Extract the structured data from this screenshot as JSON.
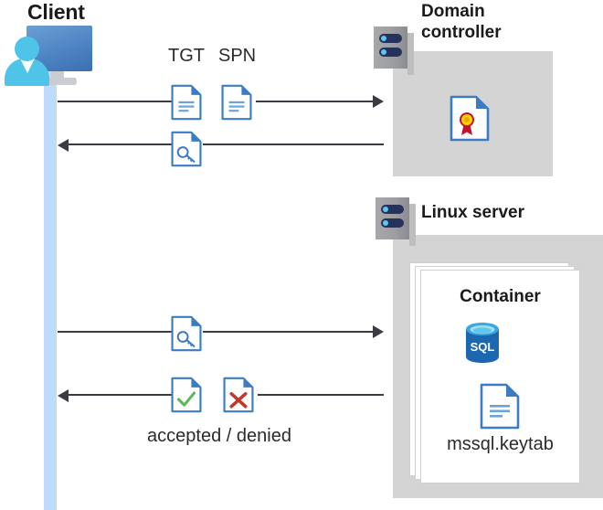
{
  "diagram": {
    "title_client": "Client",
    "title_domain_controller": "Domain\ncontroller",
    "title_domain_controller_line1": "Domain",
    "title_domain_controller_line2": "controller",
    "title_linux_server": "Linux server",
    "title_container": "Container",
    "labels": {
      "tgt": "TGT",
      "spn": "SPN",
      "accepted_denied": "accepted / denied",
      "keytab_file": "mssql.keytab"
    },
    "icons": {
      "client": "user-monitor-icon",
      "domain_controller_rack": "server-rack-icon",
      "linux_server_rack": "server-rack-icon",
      "tgt_document": "document-icon",
      "spn_document": "document-icon",
      "ticket_key_document": "document-key-icon",
      "request_key_document": "document-key-icon",
      "accepted_document": "document-check-icon",
      "denied_document": "document-x-icon",
      "certificate": "certificate-document-icon",
      "sql_database": "sql-database-icon",
      "keytab_document": "document-icon"
    },
    "flows": [
      {
        "id": "flow-1",
        "direction": "right",
        "from": "Client",
        "to": "Domain controller",
        "carries": [
          "TGT",
          "SPN"
        ]
      },
      {
        "id": "flow-2",
        "direction": "left",
        "from": "Domain controller",
        "to": "Client",
        "carries": [
          "ticket-key-document"
        ]
      },
      {
        "id": "flow-3",
        "direction": "right",
        "from": "Client",
        "to": "Linux server container",
        "carries": [
          "ticket-key-document"
        ]
      },
      {
        "id": "flow-4",
        "direction": "left",
        "from": "Linux server container",
        "to": "Client",
        "carries": [
          "accepted",
          "denied"
        ],
        "label": "accepted / denied"
      }
    ],
    "colors": {
      "accent_blue": "#3b7cc4",
      "light_blue_lifeline": "#bfdbfb",
      "gray_box": "#d4d4d4",
      "arrow": "#3b3b44",
      "check_green": "#5cb85c",
      "x_red": "#c0392b",
      "sql_blue": "#1d67b0",
      "cert_gold": "#ffd700",
      "cert_red": "#c8102e",
      "rack_navy": "#24325c",
      "rack_led": "#5ec6ef",
      "person_cyan": "#4ec4e8",
      "text_dark": "#1a1a1a"
    }
  }
}
